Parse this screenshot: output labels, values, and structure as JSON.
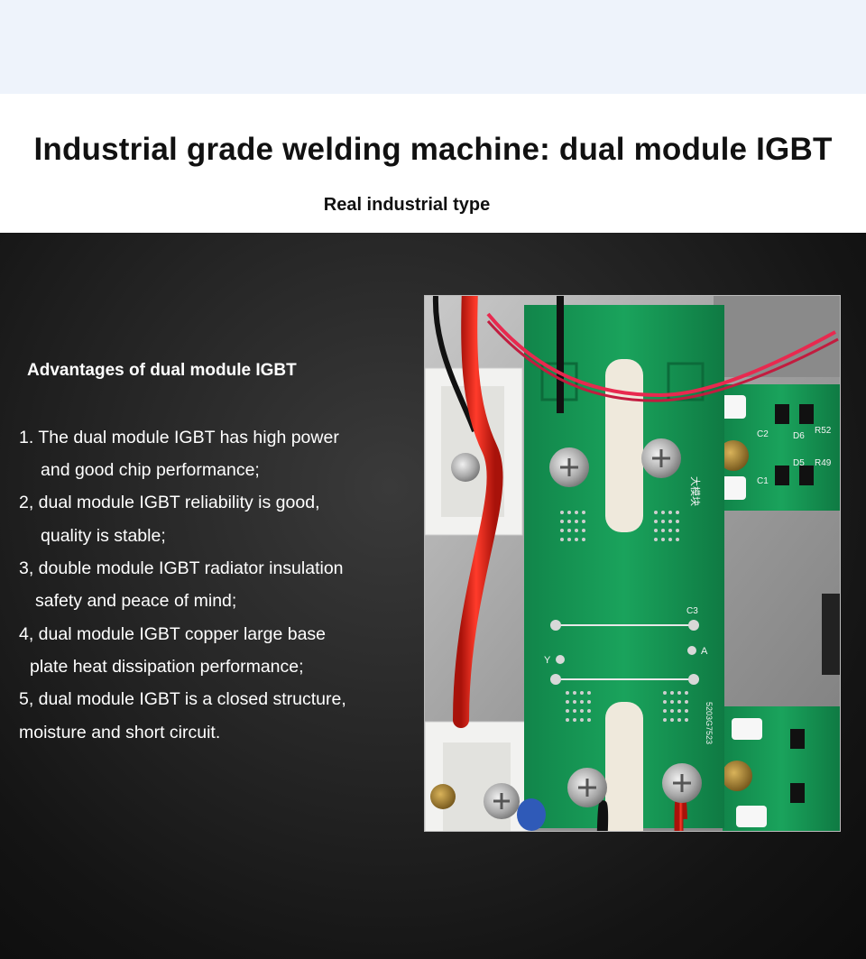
{
  "header": {
    "title": "Industrial grade welding machine: dual module IGBT",
    "subtitle": "Real industrial type"
  },
  "advantages": {
    "heading": "Advantages of dual module IGBT",
    "points": [
      "1. The dual module IGBT has high power",
      "and good chip performance;",
      "2, dual module IGBT reliability is good,",
      "quality is stable;",
      "3, double module IGBT radiator insulation",
      "safety and peace of mind;",
      "4, dual module IGBT copper large base",
      "plate heat dissipation performance;",
      "5, dual module IGBT is a closed structure,",
      "moisture and short circuit."
    ]
  },
  "photo": {
    "board_labels": {
      "c3": "C3",
      "a": "A",
      "y": "Y",
      "serial": "5203G7523",
      "r52": "R52",
      "d6": "D6",
      "d5": "D5",
      "c2": "C2",
      "c1": "C1",
      "r49": "R49",
      "chinese": "大模块"
    }
  }
}
